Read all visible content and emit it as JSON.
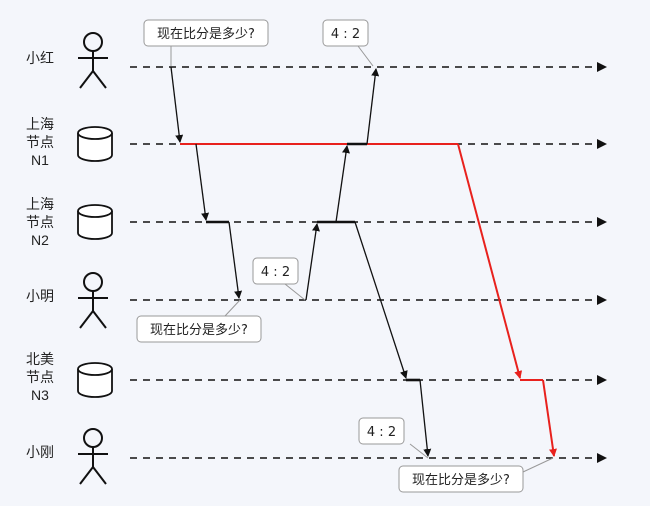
{
  "lanes": [
    {
      "id": "xiaohong",
      "label": "小红",
      "kind": "person"
    },
    {
      "id": "sh-n1",
      "label": "上海\n节点\nN1",
      "kind": "database"
    },
    {
      "id": "sh-n2",
      "label": "上海\n节点\nN2",
      "kind": "database"
    },
    {
      "id": "xiaoming",
      "label": "小明",
      "kind": "person"
    },
    {
      "id": "na-n3",
      "label": "北美\n节点\nN3",
      "kind": "database"
    },
    {
      "id": "xiaogang",
      "label": "小刚",
      "kind": "person"
    }
  ],
  "callouts": [
    {
      "id": "q-xiaohong",
      "text": "现在比分是多少?"
    },
    {
      "id": "a-xiaohong",
      "text": "4 : 2"
    },
    {
      "id": "a-xiaoming",
      "text": "4 : 2"
    },
    {
      "id": "q-xiaoming",
      "text": "现在比分是多少?"
    },
    {
      "id": "a-xiaogang",
      "text": "4 : 2"
    },
    {
      "id": "q-xiaogang",
      "text": "现在比分是多少?"
    }
  ],
  "colors": {
    "background": "#f4f6fb",
    "line": "#111111",
    "highlight": "#e8211d",
    "callout_fill": "#ffffff",
    "callout_stroke": "#999999"
  }
}
